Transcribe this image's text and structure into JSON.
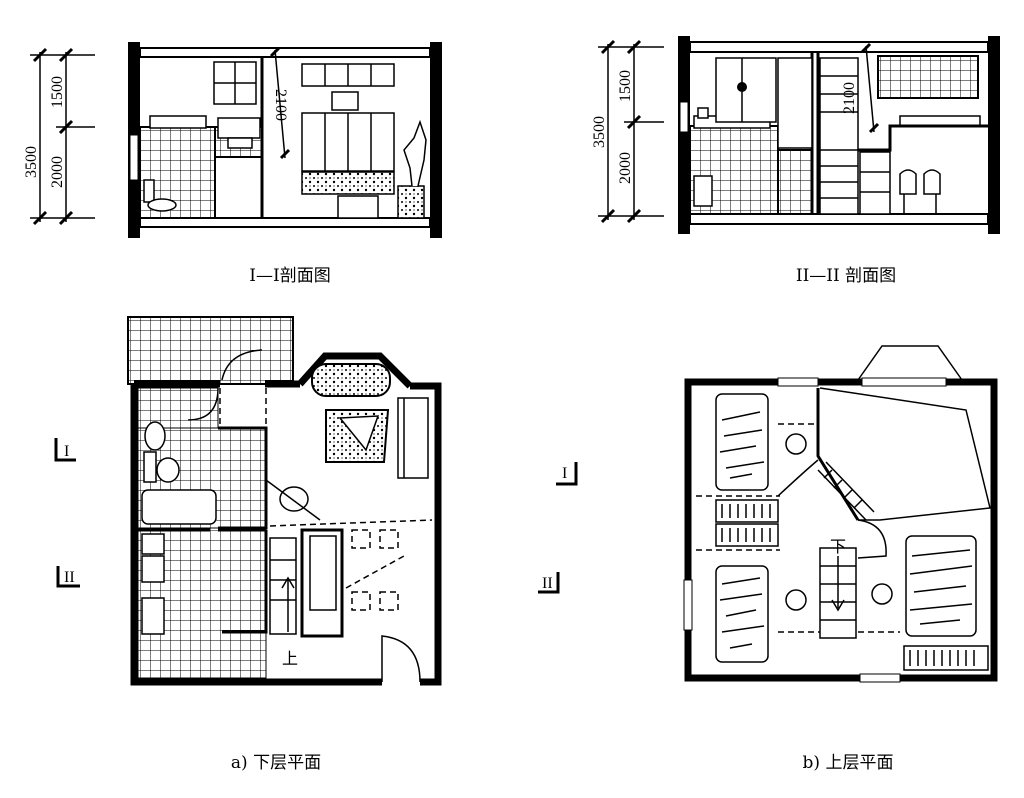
{
  "section_1": {
    "caption": "I—I剖面图",
    "dim_total": "3500",
    "dim_upper": "1500",
    "dim_lower": "2000",
    "dim_loft": "2100"
  },
  "section_2": {
    "caption": "II—II 剖面图",
    "dim_total": "3500",
    "dim_upper": "1500",
    "dim_lower": "2000",
    "dim_loft": "2100"
  },
  "plan_lower": {
    "caption": "a)  下层平面",
    "stair_label": "上",
    "cut_mark_1": "I",
    "cut_mark_2": "II"
  },
  "plan_upper": {
    "caption": "b) 上层平面",
    "stair_label": "下",
    "cut_mark_1": "I",
    "cut_mark_2": "II"
  }
}
